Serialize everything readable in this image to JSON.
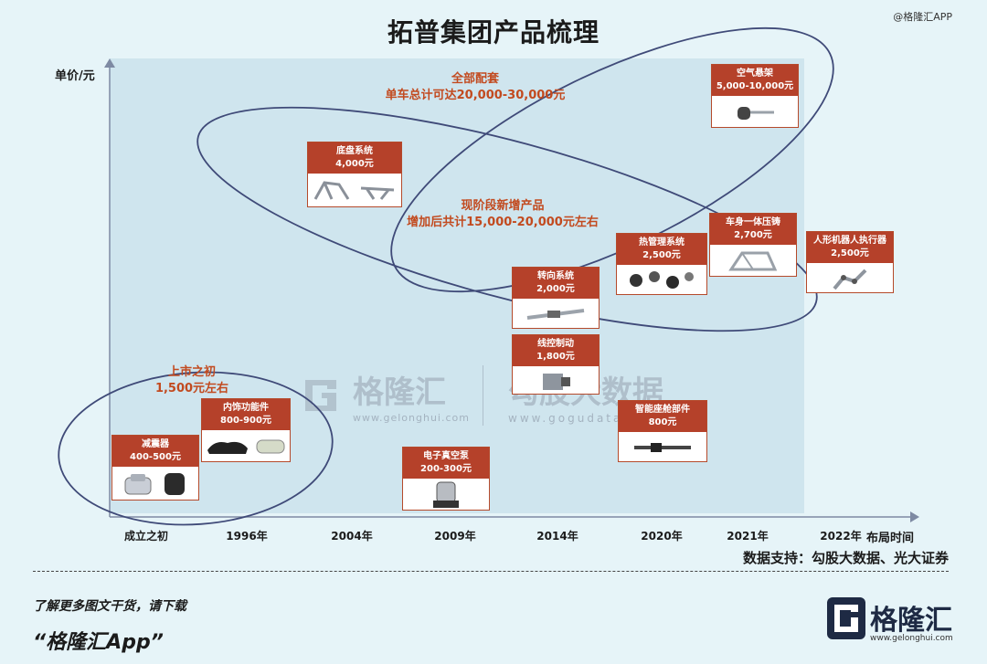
{
  "title": "拓普集团产品梳理",
  "corner_watermark": "@格隆汇APP",
  "y_axis_label": "单价/元",
  "x_axis_label": "布局时间",
  "x_ticks": [
    "成立之初",
    "1996年",
    "2004年",
    "2009年",
    "2014年",
    "2020年",
    "2021年",
    "2022年"
  ],
  "regions": {
    "full": {
      "line1": "全部配套",
      "line2": "单车总计可达20,000-30,000元"
    },
    "new": {
      "line1": "现阶段新增产品",
      "line2": "增加后共计15,000-20,000元左右"
    },
    "ipo": {
      "line1": "上市之初",
      "line2": "1,500元左右"
    }
  },
  "products": [
    {
      "name": "减震器",
      "price": "400-500元",
      "icon": "shock-absorber-icon"
    },
    {
      "name": "内饰功能件",
      "price": "800-900元",
      "icon": "interior-parts-icon"
    },
    {
      "name": "底盘系统",
      "price": "4,000元",
      "icon": "chassis-icon"
    },
    {
      "name": "电子真空泵",
      "price": "200-300元",
      "icon": "vacuum-pump-icon"
    },
    {
      "name": "转向系统",
      "price": "2,000元",
      "icon": "steering-icon"
    },
    {
      "name": "线控制动",
      "price": "1,800元",
      "icon": "brake-by-wire-icon"
    },
    {
      "name": "热管理系统",
      "price": "2,500元",
      "icon": "thermal-management-icon"
    },
    {
      "name": "智能座舱部件",
      "price": "800元",
      "icon": "smart-cockpit-icon"
    },
    {
      "name": "车身一体压铸",
      "price": "2,700元",
      "icon": "die-casting-icon"
    },
    {
      "name": "空气悬架",
      "price": "5,000-10,000元",
      "icon": "air-suspension-icon"
    },
    {
      "name": "人形机器人执行器",
      "price": "2,500元",
      "icon": "robot-actuator-icon"
    }
  ],
  "watermark": {
    "brand": "格隆汇",
    "brand_url": "www.gelonghui.com",
    "data_brand": "勾股大数据",
    "data_url": "www.gogudata.com"
  },
  "source": "数据支持：勾股大数据、光大证券",
  "footer": {
    "line1": "了解更多图文干货，请下载",
    "line2": "“格隆汇App”"
  },
  "logo": {
    "name": "格隆汇",
    "url": "www.gelonghui.com"
  },
  "colors": {
    "accent": "#b5412a",
    "region_text": "#c24a1f",
    "ellipse": "#3f4a78"
  }
}
